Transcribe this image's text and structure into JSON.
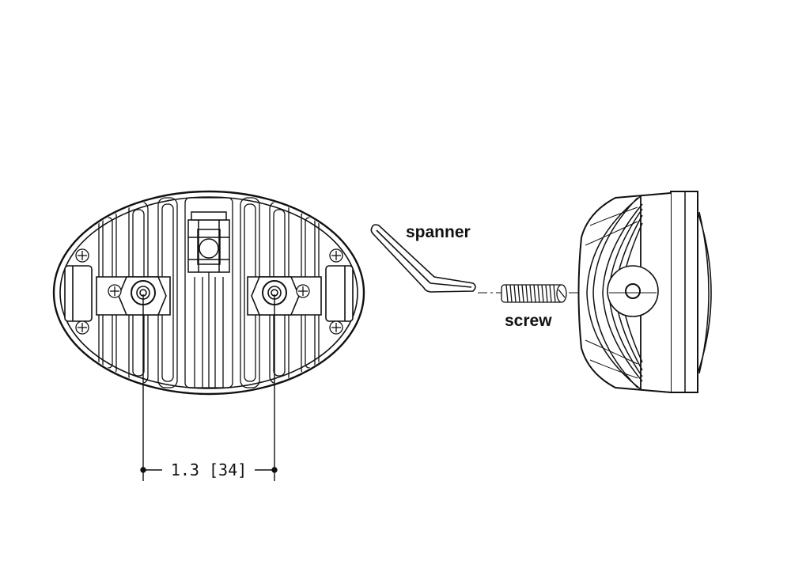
{
  "labels": {
    "spanner": "spanner",
    "screw": "screw"
  },
  "dimension": {
    "text": "1.3 [34]"
  },
  "colors": {
    "ink": "#111111",
    "background": "#ffffff"
  }
}
